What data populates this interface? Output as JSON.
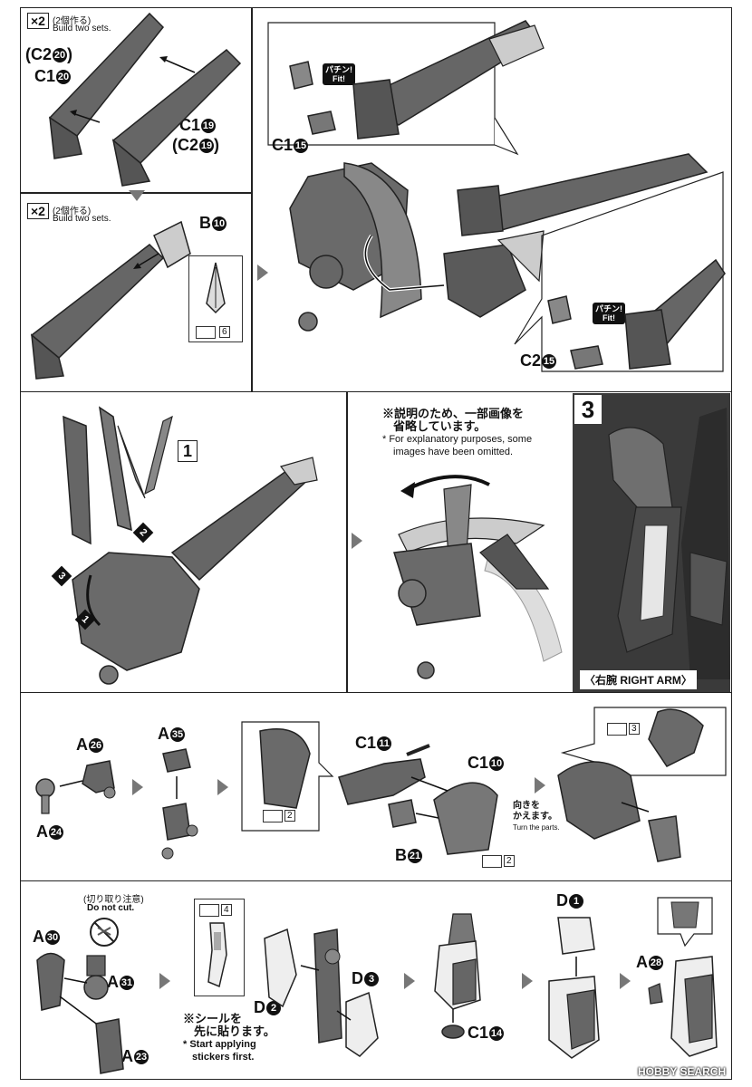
{
  "top_left": {
    "x2_a": "×2",
    "build_jp_a": "(2個作る)",
    "build_en_a": "Build two sets.",
    "label_c2_20": "(C2",
    "label_c2_20_num": "20",
    "label_c1_20": "C1",
    "label_c1_20_num": "20",
    "label_c1_19": "C1",
    "label_c1_19_num": "19",
    "label_c2_19": "(C2",
    "label_c2_19_num": "19",
    "x2_b": "×2",
    "build_jp_b": "(2個作る)",
    "build_en_b": "Build two sets.",
    "label_b10": "B",
    "label_b10_num": "10",
    "tool_num_a": "6"
  },
  "top_right": {
    "fit_a": "パチン!\nFit!",
    "label_c1_15": "C1",
    "label_c1_15_num": "15",
    "fit_b": "パチン!\nFit!",
    "label_c2_15": "C2",
    "label_c2_15_num": "15"
  },
  "step_middle": {
    "step_box": "1",
    "num_2": "2",
    "num_3": "3",
    "num_1": "1",
    "note_jp_1": "※説明のため、一部画像を",
    "note_jp_2": "省略しています。",
    "note_en_1": "* For explanatory purposes, some",
    "note_en_2": "images have been omitted.",
    "step_big": "3",
    "right_arm_label": "〈右腕 RIGHT ARM〉"
  },
  "row3": {
    "a26": "A",
    "a26_num": "26",
    "a24": "A",
    "a24_num": "24",
    "a35": "A",
    "a35_num": "35",
    "c1_11": "C1",
    "c1_11_num": "11",
    "c1_10": "C1",
    "c1_10_num": "10",
    "b21": "B",
    "b21_num": "21",
    "turn_jp_1": "向きを",
    "turn_jp_2": "かえます。",
    "turn_en": "Turn the parts.",
    "tool_2a": "2",
    "tool_2b": "2",
    "tool_3": "3"
  },
  "row4": {
    "cut_jp": "(切り取り注意)",
    "cut_en": "Do not cut.",
    "a30": "A",
    "a30_num": "30",
    "a31": "A",
    "a31_num": "31",
    "a23": "A",
    "a23_num": "23",
    "tool_4": "4",
    "sticker_jp_1": "※シールを",
    "sticker_jp_2": "先に貼ります。",
    "sticker_en_1": "* Start applying",
    "sticker_en_2": "stickers first.",
    "d2": "D",
    "d2_num": "2",
    "d3": "D",
    "d3_num": "3",
    "c1_14": "C1",
    "c1_14_num": "14",
    "d1": "D",
    "d1_num": "1",
    "a28": "A",
    "a28_num": "28"
  },
  "watermark": "HOBBY SEARCH"
}
